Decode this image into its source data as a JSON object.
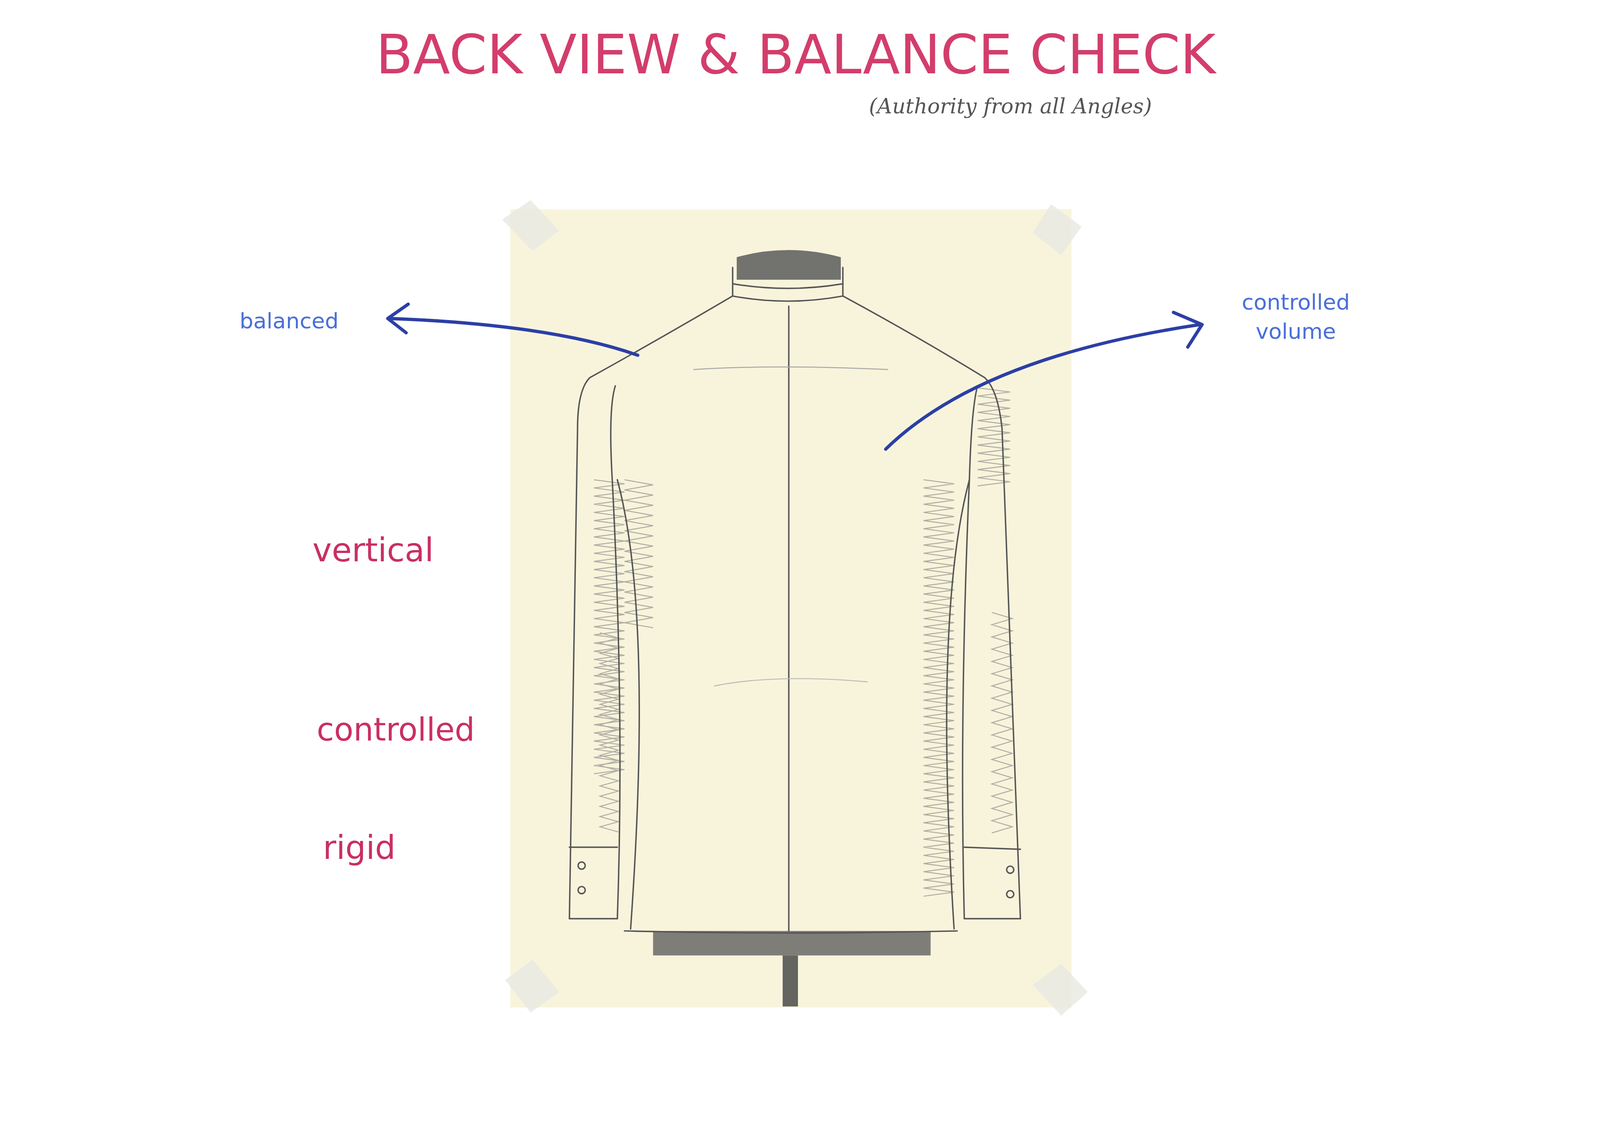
{
  "diagram": {
    "title": "BACK VIEW & BALANCE CHECK",
    "labels": [
      "(Authority from all Angles)",
      "balanced",
      "controlled volume",
      "vertical",
      "controlled",
      "rigid"
    ]
  }
}
